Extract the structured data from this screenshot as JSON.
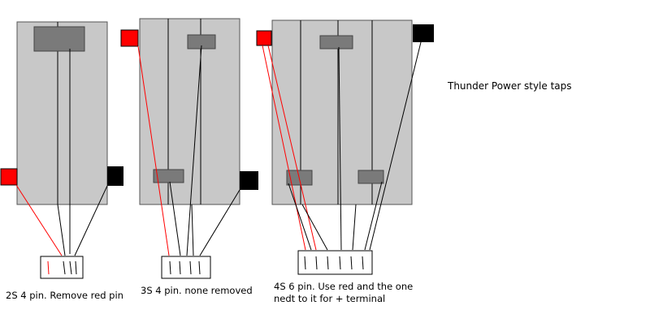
{
  "title": "Thunder Power style taps",
  "diagrams": [
    {
      "label_lines": [
        "2S 4 pin. Remove red pin"
      ]
    },
    {
      "label_lines": [
        "3S 4 pin. none removed"
      ]
    },
    {
      "label_lines": [
        "4S 6 pin. Use red and the one",
        "nedt to it for + terminal"
      ]
    }
  ],
  "colors": {
    "pack": "#c8c8c8",
    "cell_tab": "#7a7a7a",
    "positive": "#ff0000",
    "negative": "#000000",
    "connector": "#ffffff",
    "wire": "#000000",
    "positive_wire": "#ff0000"
  }
}
